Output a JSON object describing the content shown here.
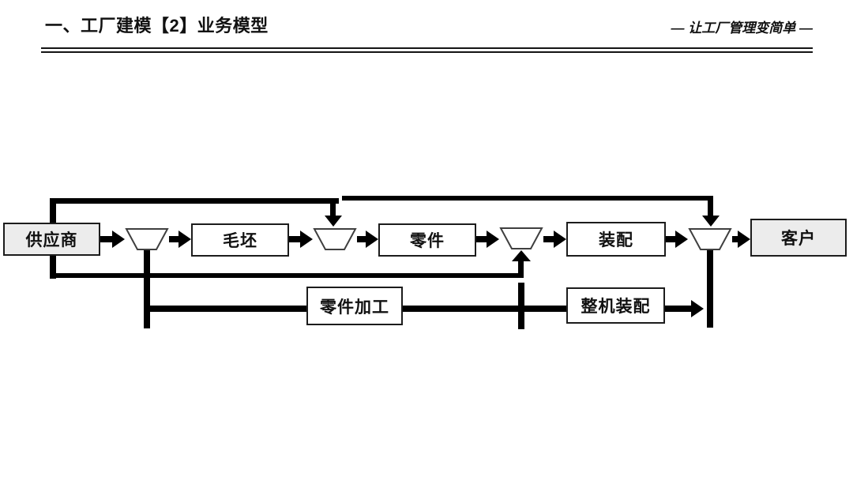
{
  "page": {
    "title": "一、工厂建模【2】业务模型",
    "slogan": "— 让工厂管理变简单 —"
  },
  "diagram": {
    "flow_nodes": {
      "supplier": {
        "label": "供应商"
      },
      "blank": {
        "label": "毛坯"
      },
      "part": {
        "label": "零件"
      },
      "assembly": {
        "label": "装配"
      },
      "customer": {
        "label": "客户"
      }
    },
    "process_nodes": {
      "part_processing": {
        "label": "零件加工"
      },
      "machine_assembly": {
        "label": "整机装配"
      }
    },
    "colors": {
      "line": "#000000",
      "node_border": "#1c1c1c",
      "node_fill": "#ffffff",
      "endpoint_fill": "#ececec",
      "funnel_stroke": "#3f3f3f"
    }
  }
}
